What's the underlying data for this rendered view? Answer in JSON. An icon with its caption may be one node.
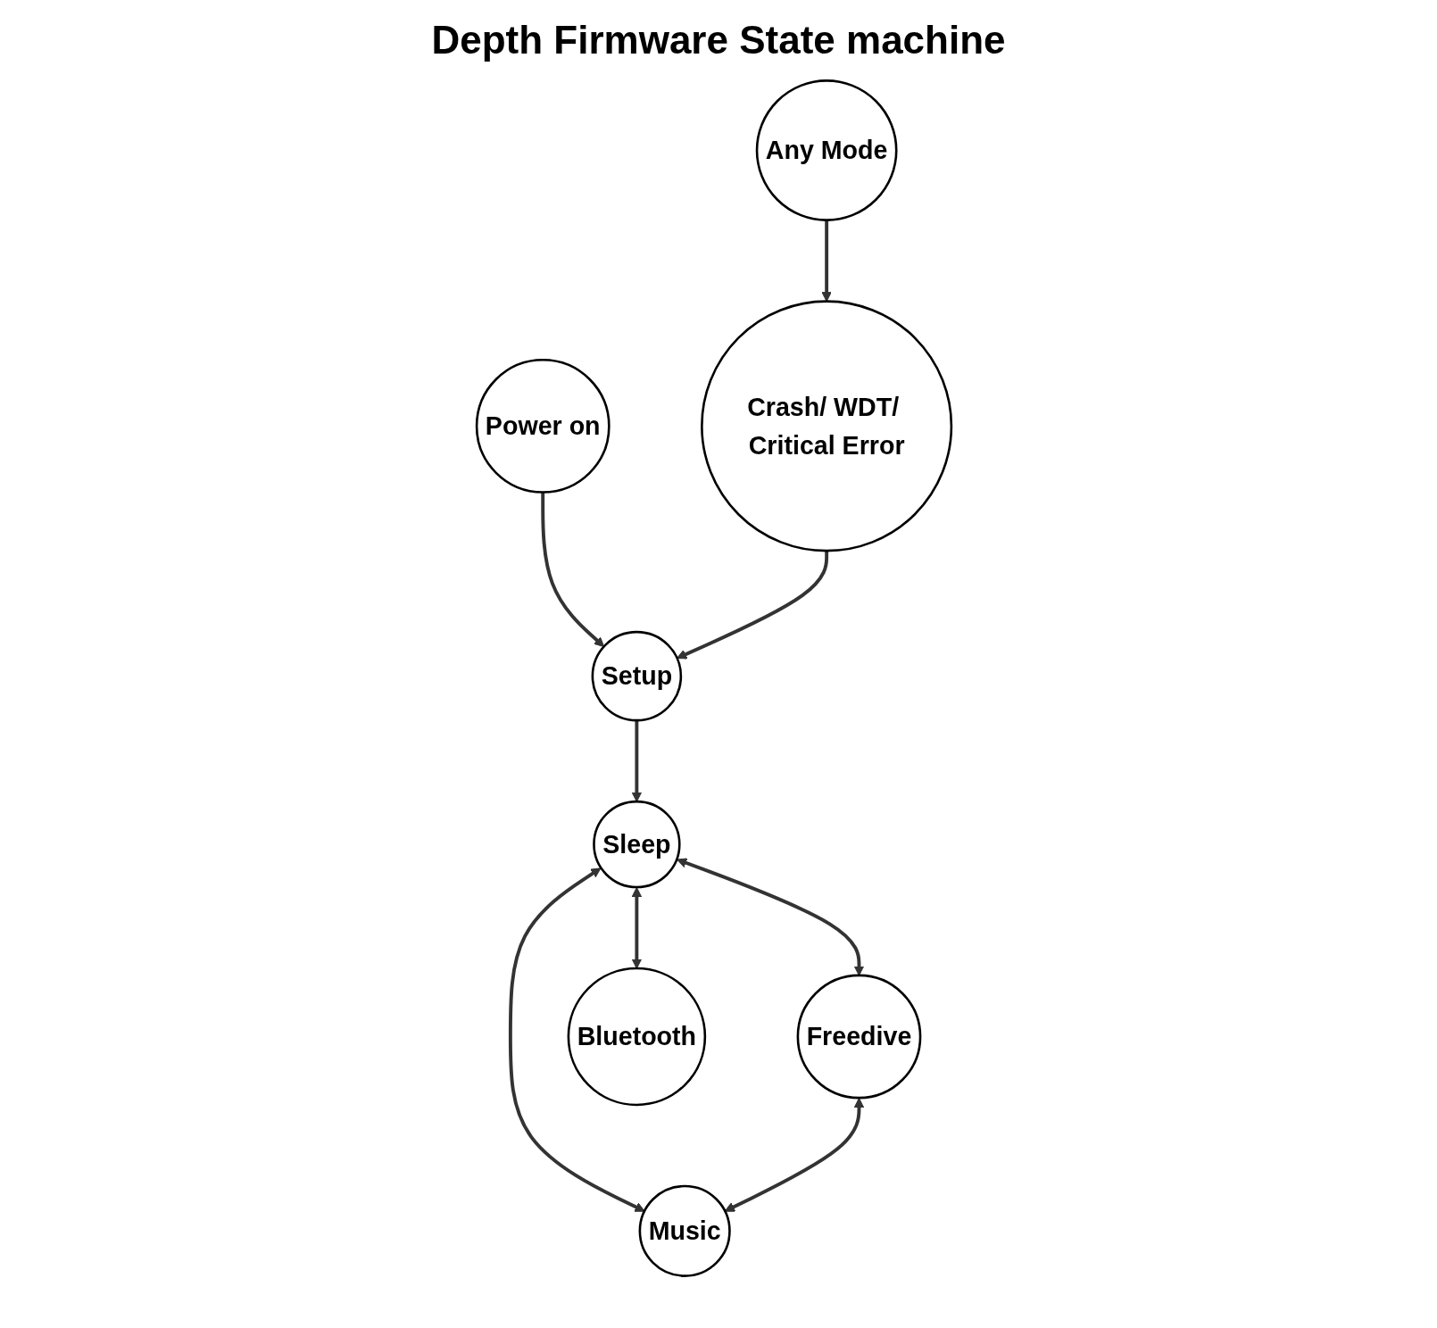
{
  "diagram": {
    "title": "Depth Firmware State machine",
    "nodes": [
      {
        "text": [
          "Power on"
        ]
      },
      {
        "text": [
          "Any Mode"
        ]
      },
      {
        "text": [
          "Setup"
        ]
      },
      {
        "text": [
          "Crash/ WDT/ Critical Error"
        ]
      },
      {
        "text": [
          "Sleep"
        ]
      },
      {
        "text": [
          "Freedive"
        ]
      },
      {
        "text": [
          "Bluetooth"
        ]
      },
      {
        "text": [
          "Music"
        ]
      }
    ],
    "edges": [
      {
        "from": 0,
        "to": 2,
        "arrow": "to"
      },
      {
        "from": 1,
        "to": 3,
        "arrow": "to"
      },
      {
        "from": 3,
        "to": 2,
        "arrow": "to"
      },
      {
        "from": 2,
        "to": 4,
        "arrow": "to"
      },
      {
        "from": 4,
        "to": 5,
        "arrow": "both"
      },
      {
        "from": 4,
        "to": 7,
        "arrow": "both"
      },
      {
        "from": 4,
        "to": 6,
        "arrow": "both"
      },
      {
        "from": 5,
        "to": 7,
        "arrow": "both"
      }
    ]
  }
}
